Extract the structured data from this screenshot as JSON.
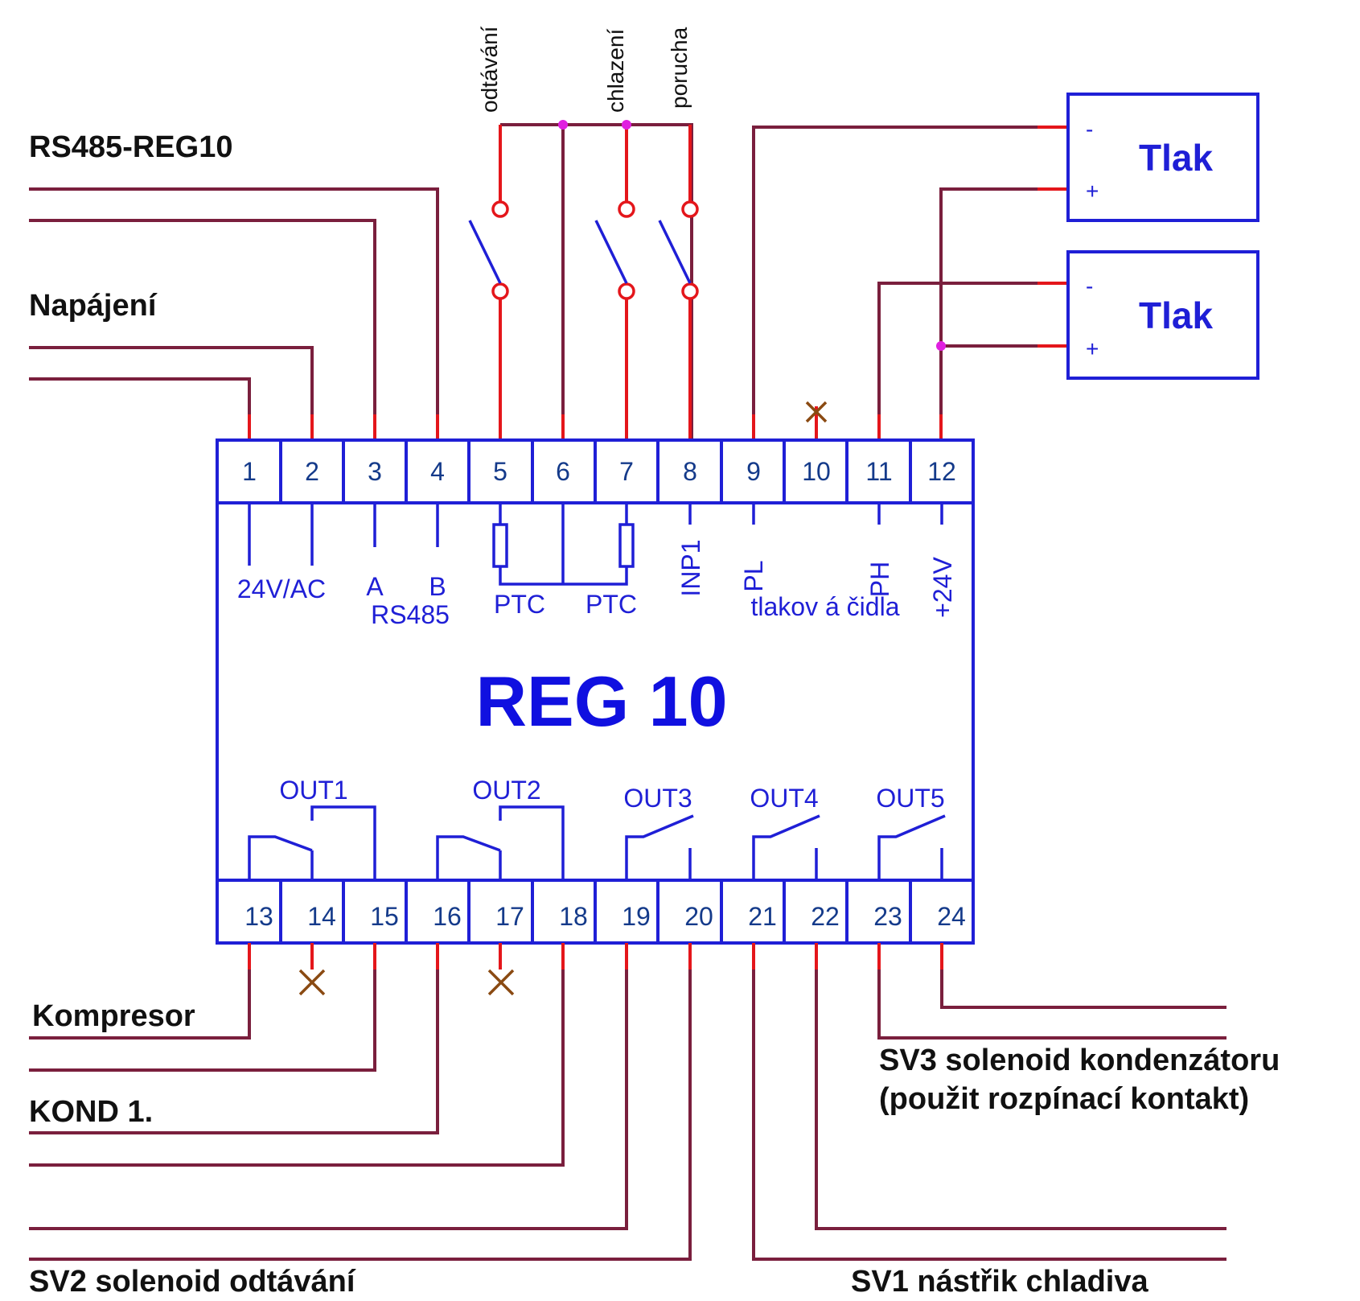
{
  "title": "REG 10",
  "terminals_top": [
    "1",
    "2",
    "3",
    "4",
    "5",
    "6",
    "7",
    "8",
    "9",
    "10",
    "11",
    "12"
  ],
  "terminals_bottom": [
    "13",
    "14",
    "15",
    "16",
    "17",
    "18",
    "19",
    "20",
    "21",
    "22",
    "23",
    "24"
  ],
  "inner_labels": {
    "v24ac": "24V/AC",
    "a": "A",
    "b": "B",
    "rs485": "RS485",
    "ptc1": "PTC",
    "ptc2": "PTC",
    "inp1": "INP1",
    "pl": "PL",
    "ph": "PH",
    "sensors": "tlakov á čidla",
    "v24": "+24V",
    "out1": "OUT1",
    "out2": "OUT2",
    "out3": "OUT3",
    "out4": "OUT4",
    "out5": "OUT5"
  },
  "top_signals": [
    "odtávání",
    "chlazení",
    "porucha"
  ],
  "sensor_boxes": [
    {
      "label": "Tlak",
      "minus": "-",
      "plus": "+"
    },
    {
      "label": "Tlak",
      "minus": "-",
      "plus": "+"
    }
  ],
  "external_labels": {
    "rs485": "RS485-REG10",
    "power": "Napájení",
    "compressor": "Kompresor",
    "cond": "KOND 1.",
    "sv2": "SV2 solenoid odtávání",
    "sv3_line1": "SV3 solenoid kondenzátoru",
    "sv3_line2": "(použit rozpínací kontakt)",
    "sv1": "SV1 nástřik chladiva"
  },
  "colors": {
    "wire": "#7a1f3d",
    "lead": "#e4161b",
    "device": "#1f1fd6",
    "junction": "#e020e0",
    "unused_mark": "#8a4a12"
  }
}
